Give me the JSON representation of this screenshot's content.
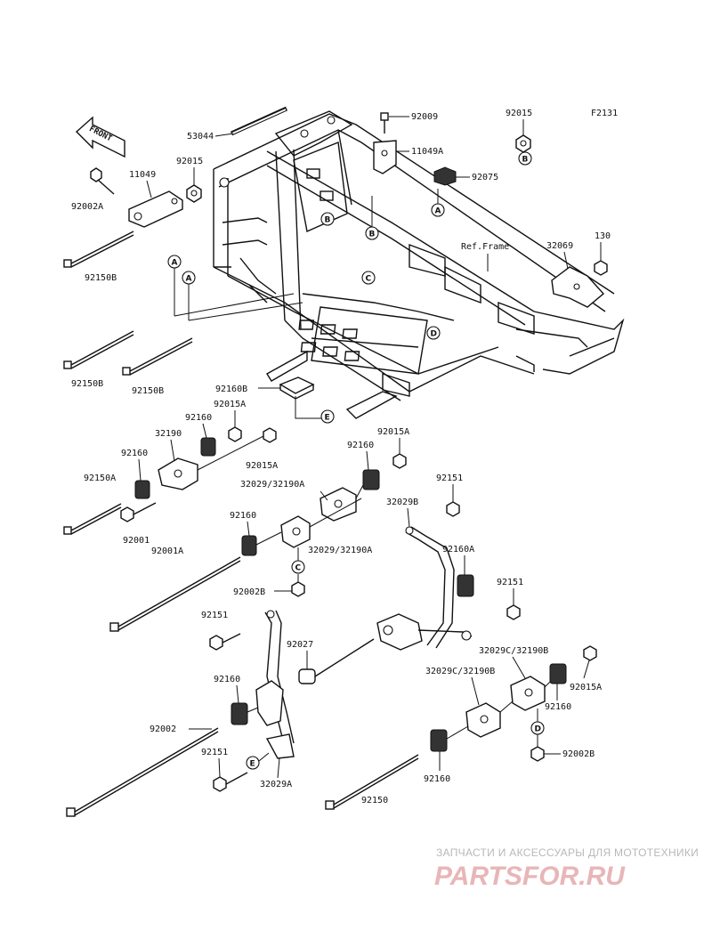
{
  "figure_code": "F2131",
  "front_label": "FRONT",
  "ref_frame": "Ref.Frame",
  "parts": [
    {
      "id": "p53044",
      "text": "53044"
    },
    {
      "id": "p92009",
      "text": "92009"
    },
    {
      "id": "p92015a",
      "text": "92015"
    },
    {
      "id": "p11049A",
      "text": "11049A"
    },
    {
      "id": "p92075",
      "text": "92075"
    },
    {
      "id": "p11049",
      "text": "11049"
    },
    {
      "id": "p92015b",
      "text": "92015"
    },
    {
      "id": "p92002A",
      "text": "92002A"
    },
    {
      "id": "p92150B_1",
      "text": "92150B"
    },
    {
      "id": "p32069",
      "text": "32069"
    },
    {
      "id": "p130",
      "text": "130"
    },
    {
      "id": "p92150B_2",
      "text": "92150B"
    },
    {
      "id": "p92150B_3",
      "text": "92150B"
    },
    {
      "id": "p92160B",
      "text": "92160B"
    },
    {
      "id": "p92015A_1",
      "text": "92015A"
    },
    {
      "id": "p92160_1",
      "text": "92160"
    },
    {
      "id": "p32190",
      "text": "32190"
    },
    {
      "id": "p92160_2",
      "text": "92160"
    },
    {
      "id": "p92015A_2",
      "text": "92015A"
    },
    {
      "id": "p92160_3",
      "text": "92160"
    },
    {
      "id": "p92015A_3",
      "text": "92015A"
    },
    {
      "id": "p92150A",
      "text": "92150A"
    },
    {
      "id": "p32029_32190A_1",
      "text": "32029/32190A"
    },
    {
      "id": "p92151_1",
      "text": "92151"
    },
    {
      "id": "p32029B",
      "text": "32029B"
    },
    {
      "id": "p92001",
      "text": "92001"
    },
    {
      "id": "p92160_4",
      "text": "92160"
    },
    {
      "id": "p92001A",
      "text": "92001A"
    },
    {
      "id": "p32029_32190A_2",
      "text": "32029/32190A"
    },
    {
      "id": "p92160A",
      "text": "92160A"
    },
    {
      "id": "p92002B_1",
      "text": "92002B"
    },
    {
      "id": "p92151_2",
      "text": "92151"
    },
    {
      "id": "p92151_3",
      "text": "92151"
    },
    {
      "id": "p92027",
      "text": "92027"
    },
    {
      "id": "p32029C_32190B_1",
      "text": "32029C/32190B"
    },
    {
      "id": "p32029C_32190B_2",
      "text": "32029C/32190B"
    },
    {
      "id": "p92015A_4",
      "text": "92015A"
    },
    {
      "id": "p92160_5",
      "text": "92160"
    },
    {
      "id": "p92160_6",
      "text": "92160"
    },
    {
      "id": "p92002",
      "text": "92002"
    },
    {
      "id": "p92002B_2",
      "text": "92002B"
    },
    {
      "id": "p92151_4",
      "text": "92151"
    },
    {
      "id": "p32029A",
      "text": "32029A"
    },
    {
      "id": "p92160_7",
      "text": "92160"
    },
    {
      "id": "p92150",
      "text": "92150"
    }
  ],
  "callouts": {
    "A": "A",
    "B": "B",
    "C": "C",
    "D": "D",
    "E": "E"
  },
  "watermark": {
    "tagline": "ЗАПЧАСТИ И АКСЕССУАРЫ ДЛЯ МОТОТЕХНИКИ",
    "logo": "PARTSFOR.RU"
  }
}
